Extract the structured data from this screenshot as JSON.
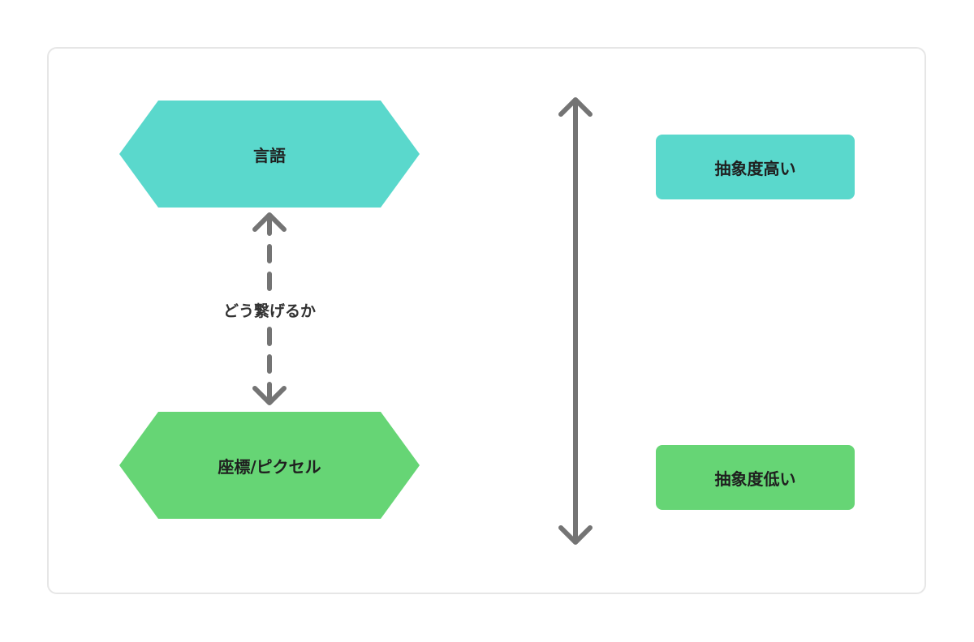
{
  "colors": {
    "teal": "#5ad8cc",
    "green": "#66d575",
    "arrow": "#747474"
  },
  "nodes": {
    "language": "言語",
    "pixel": "座標/ピクセル"
  },
  "connector": {
    "label": "どう繋げるか"
  },
  "scale": {
    "high": "抽象度高い",
    "low": "抽象度低い"
  }
}
